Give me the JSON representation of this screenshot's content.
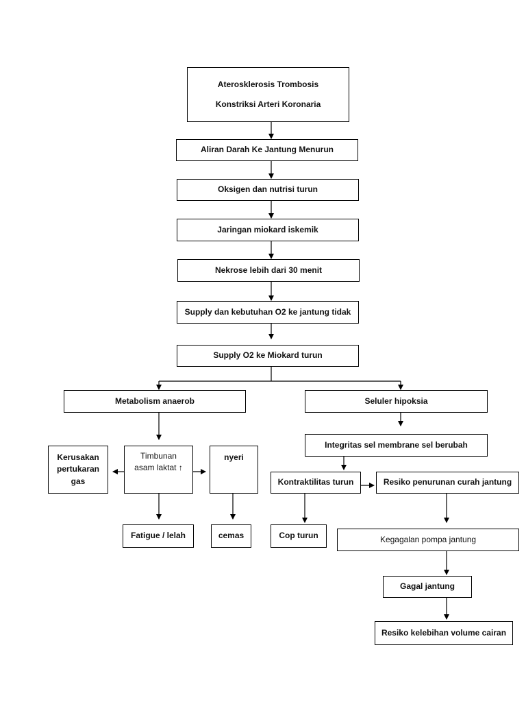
{
  "diagram": {
    "nodes": {
      "aterosklerosis": "Aterosklerosis Trombosis",
      "konstriksi": "Konstriksi Arteri Koronaria",
      "aliran_darah": "Aliran Darah Ke Jantung Menurun",
      "oksigen_nutrisi": "Oksigen dan nutrisi turun",
      "jaringan_iskemik": "Jaringan miokard iskemik",
      "nekrose": "Nekrose lebih dari 30 menit",
      "supply_kebutuhan": "Supply dan kebutuhan O2 ke jantung tidak",
      "supply_o2": "Supply O2 ke Miokard turun",
      "metabolisme": "Metabolism anaerob",
      "seluler": "Seluler hipoksia",
      "kerusakan": "Kerusakan\npertukaran\ngas",
      "timbunan": "Timbunan\nasam laktat ↑",
      "nyeri": "nyeri",
      "integritas": "Integritas sel membrane sel berubah",
      "kontraktilitas": "Kontraktilitas turun",
      "resiko_curah": "Resiko penurunan curah jantung",
      "fatigue": "Fatigue / lelah",
      "cemas": "cemas",
      "cop": "Cop turun",
      "kegagalan": "Kegagalan pompa jantung",
      "gagal": "Gagal jantung",
      "resiko_cairan": "Resiko kelebihan volume cairan"
    },
    "line_color": "#000000"
  }
}
